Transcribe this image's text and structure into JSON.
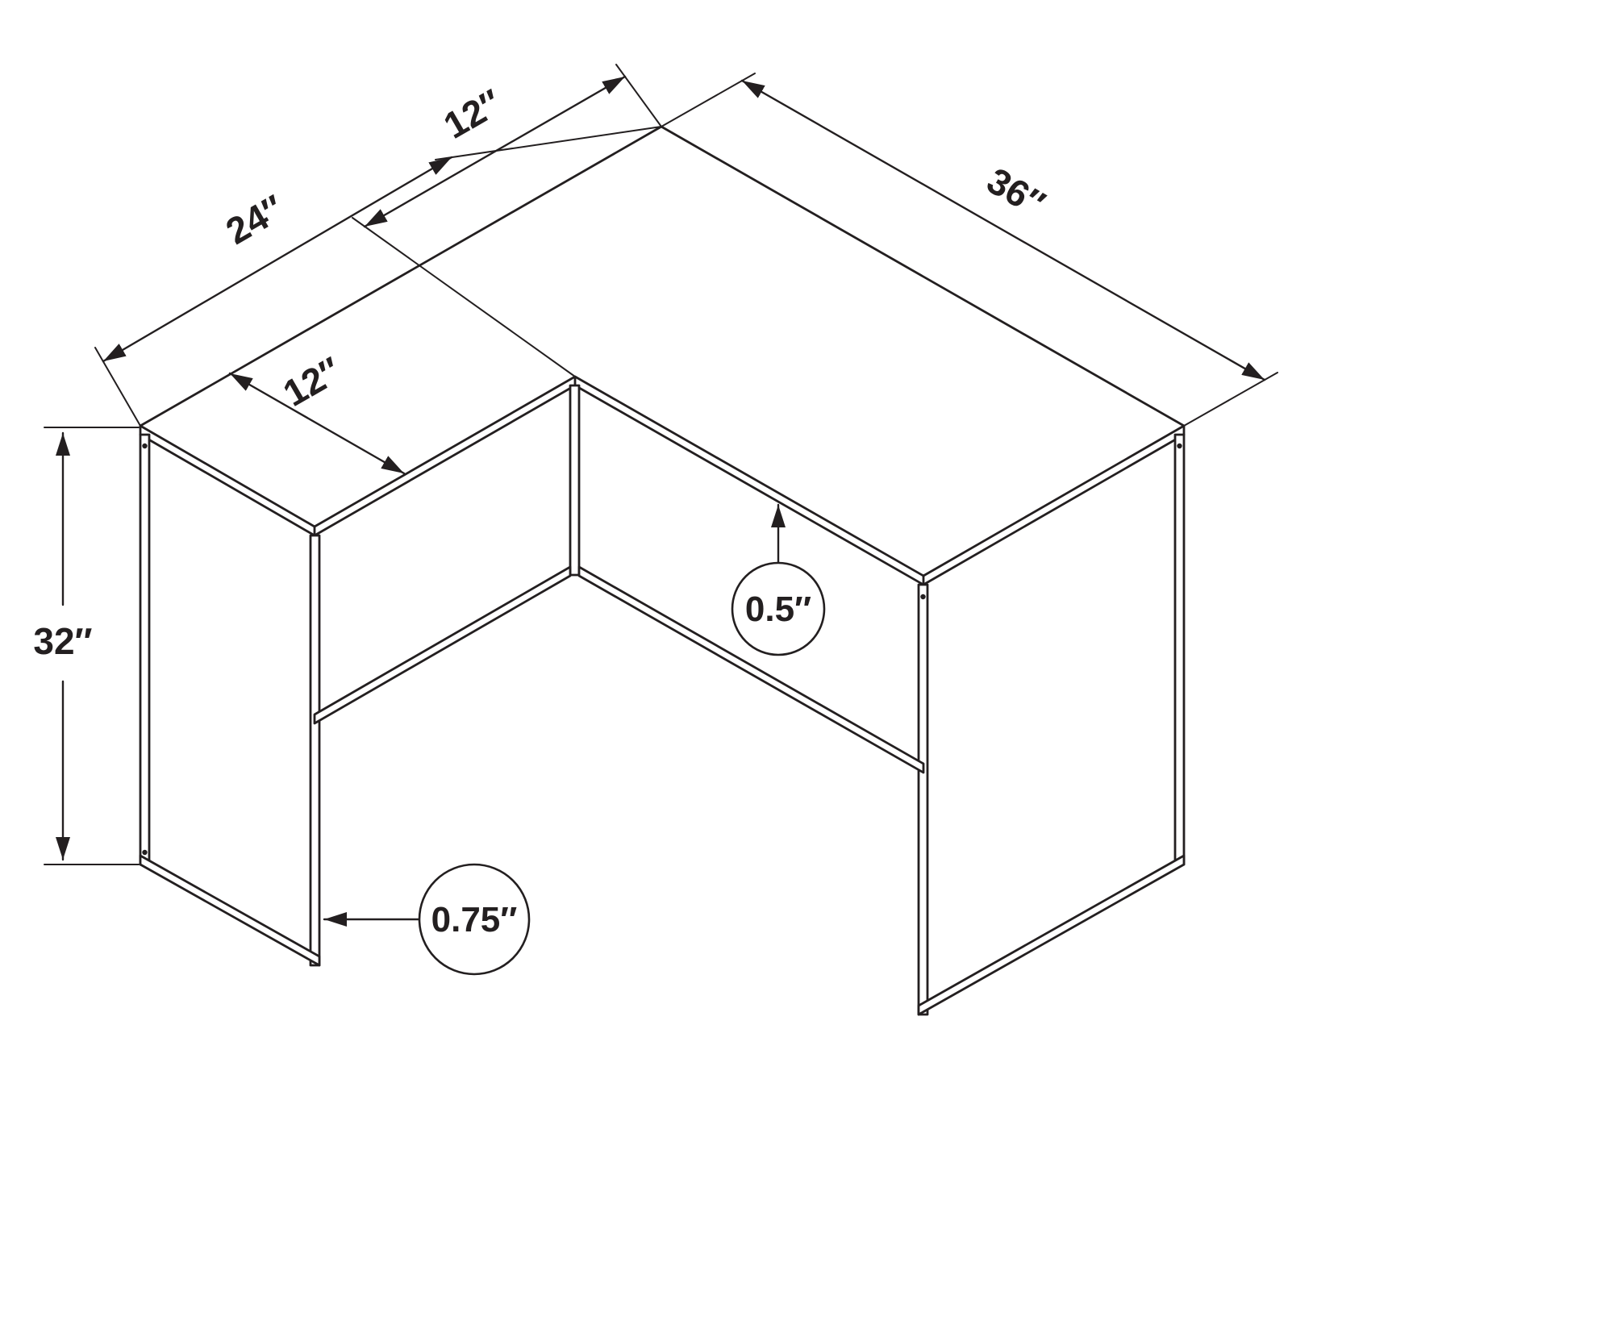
{
  "figure": {
    "kind": "furniture-dimension-line-drawing",
    "subject": "L-shaped corner console table frame",
    "background_color": "#ffffff",
    "line_color": "#231f20"
  },
  "dimensions": {
    "top_depth_right_wing": "12″",
    "right_wing_length": "36″",
    "left_wing_length": "24″",
    "left_wing_depth": "12″",
    "top_thickness": "0.5″",
    "overall_height": "32″",
    "tube_width": "0.75″"
  }
}
